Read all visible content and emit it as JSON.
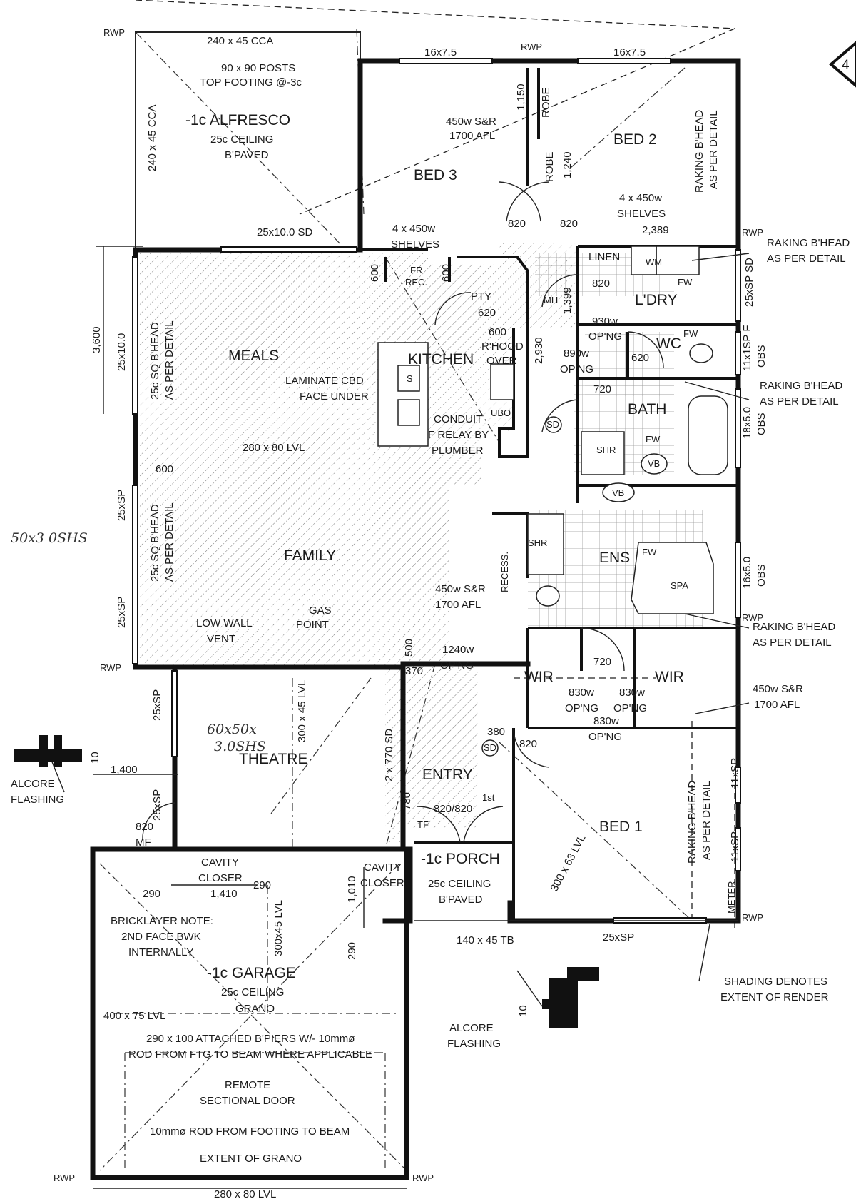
{
  "sheet_number": "4",
  "rooms": {
    "alfresco": "-1c ALFRESCO",
    "alfresco_note1": "25c CEILING",
    "alfresco_note2": "B'PAVED",
    "bed3": "BED 3",
    "bed2": "BED 2",
    "meals": "MEALS",
    "kitchen": "KITCHEN",
    "family": "FAMILY",
    "theatre": "THEATRE",
    "entry": "ENTRY",
    "porch": "-1c PORCH",
    "porch_note1": "25c CEILING",
    "porch_note2": "B'PAVED",
    "garage": "-1c GARAGE",
    "garage_note1": "25c CEILING",
    "garage_note2": "GRANO",
    "bed1": "BED 1",
    "ldry": "L'DRY",
    "wc": "WC",
    "bath": "BATH",
    "ens": "ENS",
    "wir_left": "WIR",
    "wir_right": "WIR",
    "linen": "LINEN",
    "pty": "PTY",
    "robe_top": "ROBE",
    "robe_bottom": "ROBE",
    "spa": "SPA",
    "shr_bath": "SHR",
    "shr_ens": "SHR",
    "mh": "MH",
    "wm": "WM",
    "fr_rec1": "FR",
    "fr_rec2": "REC.",
    "ubo": "UBO",
    "recess": "RECESS.",
    "meter": "METER"
  },
  "annotations": {
    "rwp": "RWP",
    "cca_top": "240 x 45 CCA",
    "cca_left": "240 x 45 CCA",
    "posts1": "90 x 90 POSTS",
    "posts2": "TOP FOOTING @-3c",
    "sd_alfresco": "25x10.0 SD",
    "win_16x75_a": "16x7.5",
    "win_16x75_b": "16x7.5",
    "dim_1150": "1,150",
    "dim_1240": "1,240",
    "sr_450_a1": "450w S&R",
    "sr_450_a2": "1700 AFL",
    "shelves_a1": "4 x 450w",
    "shelves_a2": "SHELVES",
    "shelves_b1": "4 x 450w",
    "shelves_b2": "SHELVES",
    "dim_2389": "2,389",
    "door_820_a": "820",
    "door_820_b": "820",
    "raking_bed2_1": "RAKING B'HEAD",
    "raking_bed2_2": "AS PER DETAIL",
    "raking_ldry_1": "RAKING B'HEAD",
    "raking_ldry_2": "AS PER DETAIL",
    "win_25xsp_sd": "25xSP SD",
    "dim_600_a": "600",
    "dim_600_b": "600",
    "door_620_pty": "620",
    "dim_1399": "1,399",
    "door_820_ldry": "820",
    "opng_930_1": "930w",
    "opng_930_2": "OP'NG",
    "opng_890_1": "890w",
    "opng_890_2": "OP'NG",
    "door_620_wc": "620",
    "fw": "FW",
    "win_11x1sp_f": "11x1SP F",
    "obs": "OBS",
    "raking_bath_1": "RAKING B'HEAD",
    "raking_bath_2": "AS PER DETAIL",
    "dim_3600": "3,600",
    "win_25x10": "25x10.0",
    "bhead_sq_1": "25c SQ B'HEAD",
    "bhead_sq_2": "AS PER DETAIL",
    "laminate1": "LAMINATE CBD",
    "laminate2": "FACE UNDER",
    "rhood1": "600",
    "rhood2": "R'HOOD",
    "rhood3": "OVER",
    "dim_2930": "2,930",
    "sink_s": "S",
    "conduit1": "CONDUIT",
    "conduit2": "F RELAY BY",
    "conduit3": "PLUMBER",
    "sd": "SD",
    "lvl_280": "280 x 80 LVL",
    "dim_720_bath": "720",
    "win_18x5": "18x5.0",
    "dim_600_c": "600",
    "vb": "VB",
    "win_25xsp_a": "25xSP",
    "win_25xsp_b": "25xSP",
    "bhead_sq2_1": "25c SQ B'HEAD",
    "bhead_sq2_2": "AS PER DETAIL",
    "hand_50x3": "50x3 0SHS",
    "sr_450_b1": "450w S&R",
    "sr_450_b2": "1700 AFL",
    "win_16x5": "16x5.0",
    "raking_ens_1": "RAKING B'HEAD",
    "raking_ens_2": "AS PER DETAIL",
    "low_wall1": "LOW WALL",
    "low_wall2": "VENT",
    "gas1": "GAS",
    "gas2": "POINT",
    "dim_500": "500",
    "opng_1240_1": "1240w",
    "opng_1240_2": "OP'NG",
    "dim_720_wir": "720",
    "sr_450_c1": "450w S&R",
    "sr_450_c2": "1700 AFL",
    "dim_370": "370",
    "opng_830_a1": "830w",
    "opng_830_a2": "OP'NG",
    "opng_830_b1": "830w",
    "opng_830_b2": "OP'NG",
    "opng_830_c1": "830w",
    "opng_830_c2": "OP'NG",
    "lvl_300_theatre": "300 x 45 LVL",
    "hand_60x50_1": "60x50x",
    "hand_60x50_2": "3.0SHS",
    "dim_380": "380",
    "door_820_entry": "820",
    "dim_1400": "1,400",
    "dim_10_a": "10",
    "alcore1": "ALCORE",
    "alcore2": "FLASHING",
    "sd_770": "2 x 770 SD",
    "win_25xsp_c": "25xSP",
    "win_11xsp_a": "11xSP",
    "win_11xsp_b": "11xSP",
    "door_820_mf": "820",
    "mf": "MF",
    "dim_780": "780",
    "door_820_820": "820/820",
    "first": "1st",
    "tf": "TF",
    "lvl_300_bed1": "300 x 63 LVL",
    "cavity_a1": "CAVITY",
    "cavity_a2": "CLOSER",
    "cavity_b1": "CAVITY",
    "cavity_b2": "CLOSER",
    "dim_1410": "1,410",
    "dim_290_a": "290",
    "dim_290_b": "290",
    "dim_290_c": "290",
    "dim_1010": "1,010",
    "lvl_300_garage": "300x45 LVL",
    "bricklayer1": "BRICKLAYER NOTE:",
    "bricklayer2": "2ND FACE BWK",
    "bricklayer3": "INTERNALLY",
    "tb_140": "140 x 45 TB",
    "win_25xsp_d": "25xSP",
    "shading1": "SHADING DENOTES",
    "shading2": "EXTENT OF RENDER",
    "lvl_400": "400 x 75 LVL",
    "dim_10_b": "10",
    "alcore3": "ALCORE",
    "alcore4": "FLASHING",
    "bpiers1": "290 x 100 ATTACHED B'PIERS W/- 10mmø",
    "bpiers2": "ROD FROM FTG TO BEAM WHERE APPLICABLE",
    "remote1": "REMOTE",
    "remote2": "SECTIONAL DOOR",
    "rod_footing": "10mmø ROD FROM FOOTING TO BEAM",
    "grano_extent": "EXTENT OF GRANO",
    "lvl_280_bottom": "280 x 80 LVL"
  }
}
